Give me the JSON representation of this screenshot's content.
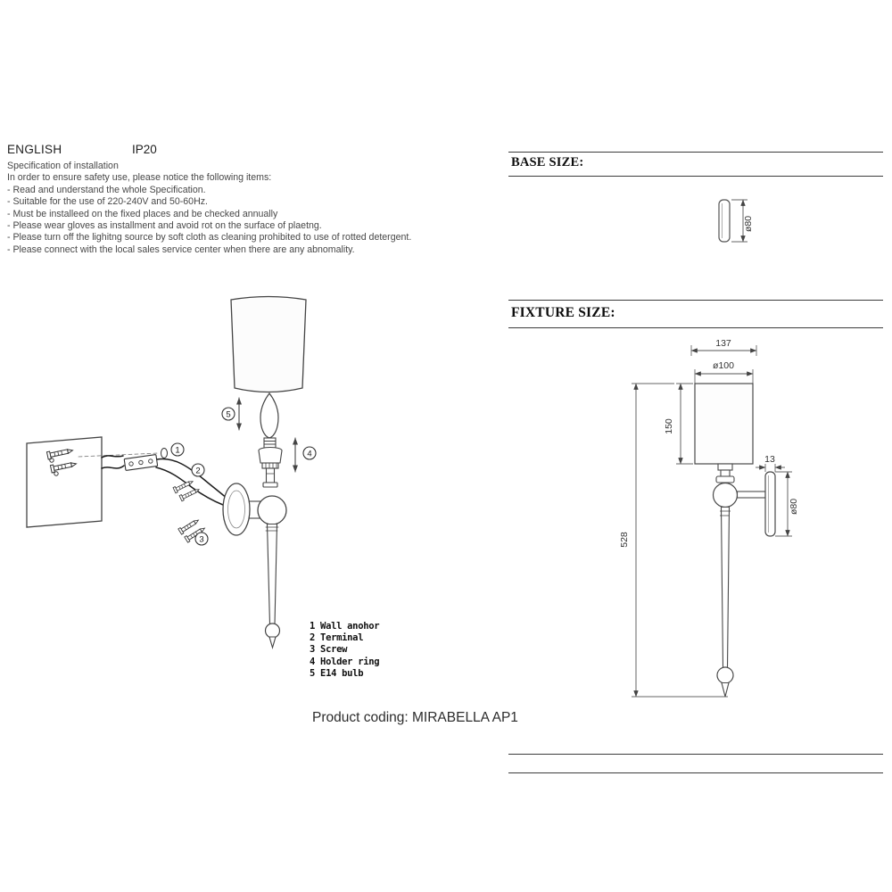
{
  "header": {
    "language": "ENGLISH",
    "ip_rating": "IP20"
  },
  "spec": {
    "title": "Specification of installation",
    "intro": "In order to ensure safety use, please notice the following items:",
    "items": [
      "- Read and understand the whole Specification.",
      "- Suitable for the use of 220-240V and 50-60Hz.",
      "- Must be installeed on the fixed places and be checked annually",
      "- Please wear gloves as installment and avoid rot on the surface of plaetng.",
      "- Please turn off the lighitng source by soft cloth as cleaning prohibited to use of rotted detergent.",
      "- Please connect with the local sales service center when there are any abnomality."
    ]
  },
  "base_size": {
    "title": "BASE SIZE:",
    "diameter": "ø80"
  },
  "fixture_size": {
    "title": "FIXTURE SIZE:",
    "projection": "137",
    "shade_diameter": "ø100",
    "shade_height": "150",
    "total_height": "528",
    "plate_depth": "13",
    "plate_diameter": "ø80"
  },
  "parts": {
    "callouts": [
      "1",
      "2",
      "3",
      "4",
      "5"
    ],
    "list": [
      "1 Wall anohor",
      "2 Terminal",
      "3 Screw",
      "4 Holder ring",
      "5 E14 bulb"
    ]
  },
  "product": {
    "coding": "Product coding: MIRABELLA AP1"
  }
}
